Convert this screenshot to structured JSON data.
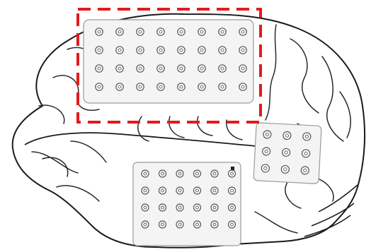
{
  "figure": {
    "subject": "brain-lateral-view-with-ecog-electrode-grids",
    "colors": {
      "background": "#ffffff",
      "outline": "#1a1a1a",
      "sulcus": "#2a2a2a",
      "grid_fill": "#f4f4f4",
      "grid_border": "#9a9a9a",
      "electrode": "#555555",
      "highlight": "#e41a1c"
    },
    "grids": [
      {
        "name": "frontal-parietal-grid",
        "rows": 4,
        "cols": 8,
        "highlighted": true
      },
      {
        "name": "small-posterior-grid",
        "rows": 3,
        "cols": 3,
        "highlighted": false
      },
      {
        "name": "temporal-grid",
        "rows": 4,
        "cols": 6,
        "highlighted": false
      }
    ]
  }
}
